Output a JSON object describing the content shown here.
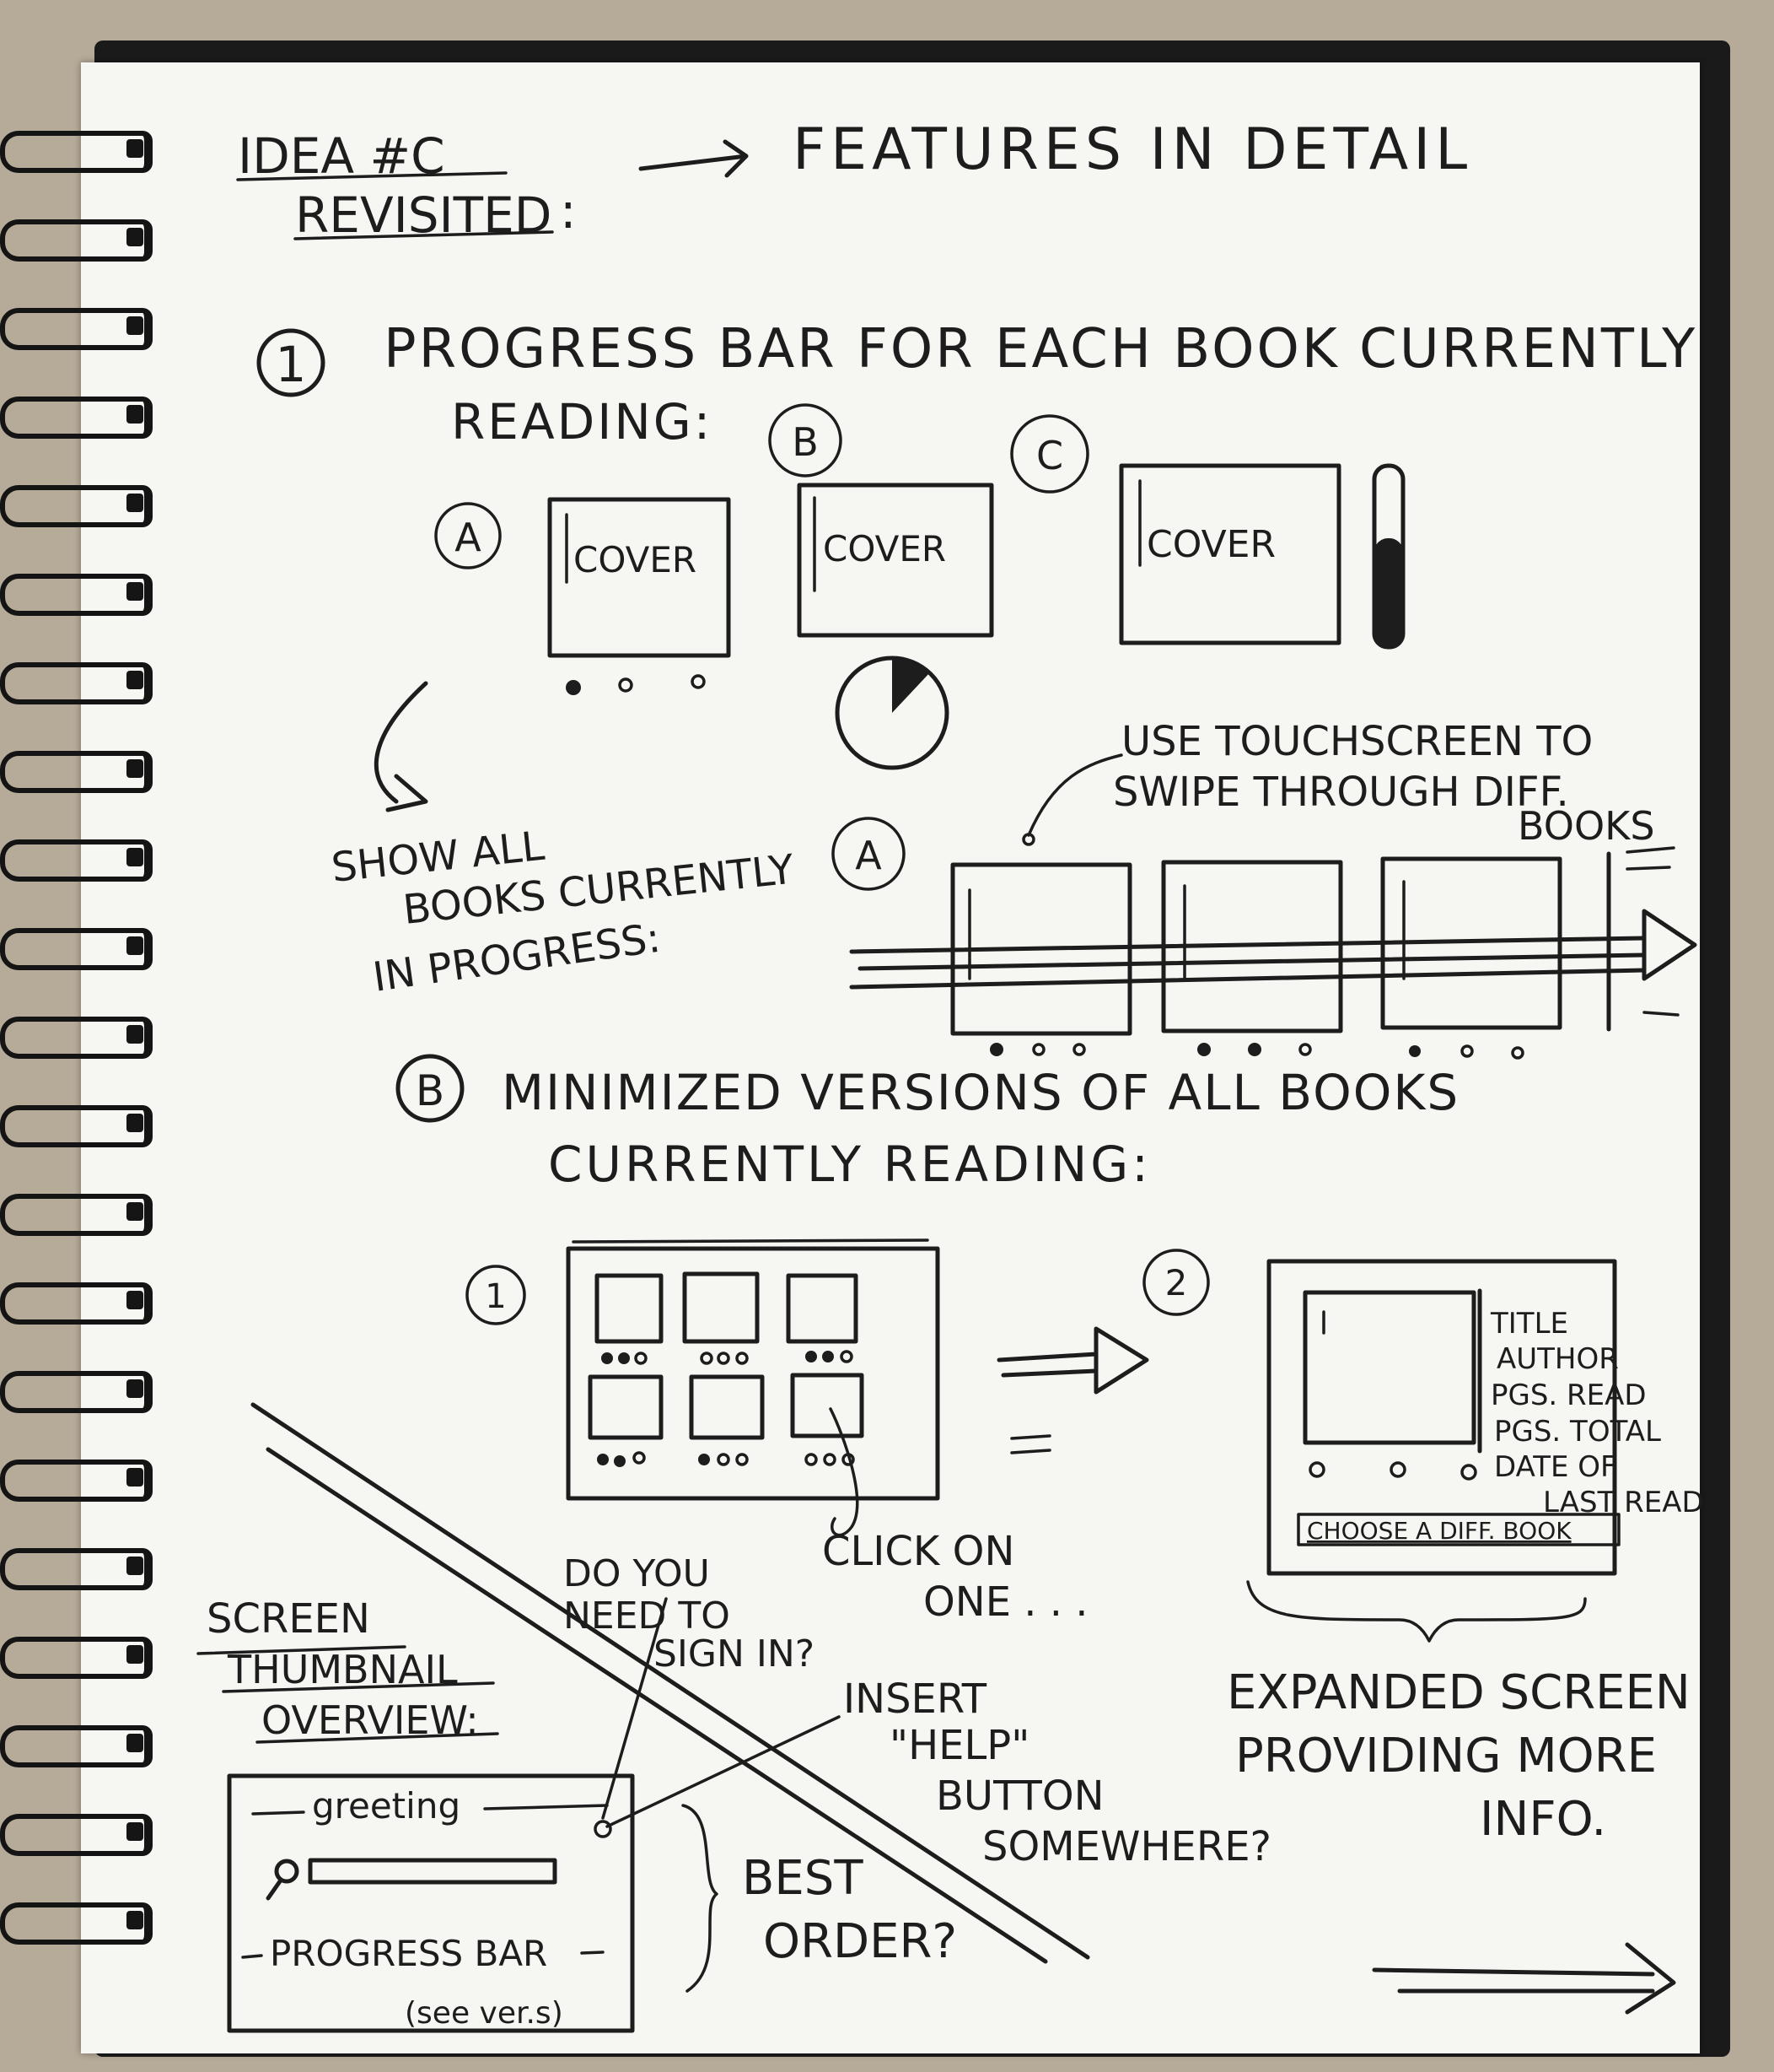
{
  "header": {
    "idea_line1": "IDEA #C",
    "idea_line2": "REVISITED",
    "colon": ":",
    "features": "FEATURES IN DETAIL"
  },
  "section1": {
    "number": "1",
    "title_line1": "PROGRESS BAR FOR EACH BOOK CURRENTLY",
    "title_line2": "READING:",
    "variants": [
      {
        "id": "A",
        "cover": "COVER"
      },
      {
        "id": "B",
        "cover": "COVER"
      },
      {
        "id": "C",
        "cover": "COVER"
      }
    ],
    "variant_b_pie_fraction": 0.12,
    "variant_c_bar_fraction": 0.6
  },
  "carousel": {
    "show_all_line1": "SHOW ALL",
    "show_all_line2": "BOOKS CURRENTLY",
    "show_all_line3": "IN PROGRESS:",
    "label": "A",
    "note_line1": "USE TOUCHSCREEN TO",
    "note_line2": "SWIPE THROUGH DIFF.",
    "note_line3": "BOOKS"
  },
  "section_b": {
    "label": "B",
    "title_line1": "MINIMIZED VERSIONS OF ALL BOOKS",
    "title_line2": "CURRENTLY READING:",
    "step1": "1",
    "step2": "2",
    "click_line1": "CLICK ON",
    "click_line2": "ONE . . .",
    "expanded_fields": [
      "TITLE",
      "AUTHOR",
      "PGS. READ",
      "PGS. TOTAL",
      "DATE OF",
      "LAST READ"
    ],
    "choose_button": "CHOOSE A DIFF. BOOK",
    "expanded_line1": "EXPANDED SCREEN",
    "expanded_line2": "PROVIDING MORE",
    "expanded_line3": "INFO."
  },
  "thumbnail": {
    "heading_line1": "SCREEN",
    "heading_line2": "THUMBNAIL",
    "heading_line3": "OVERVIEW:",
    "greeting": "greeting",
    "progress_bar": "PROGRESS BAR",
    "see_ref": "(see ver.s)",
    "sign_in_line1": "DO YOU",
    "sign_in_line2": "NEED TO",
    "sign_in_line3": "SIGN IN?",
    "help_line1": "INSERT",
    "help_line2": "\"HELP\"",
    "help_line3": "BUTTON",
    "help_line4": "SOMEWHERE?",
    "best_line1": "BEST",
    "best_line2": "ORDER?"
  }
}
